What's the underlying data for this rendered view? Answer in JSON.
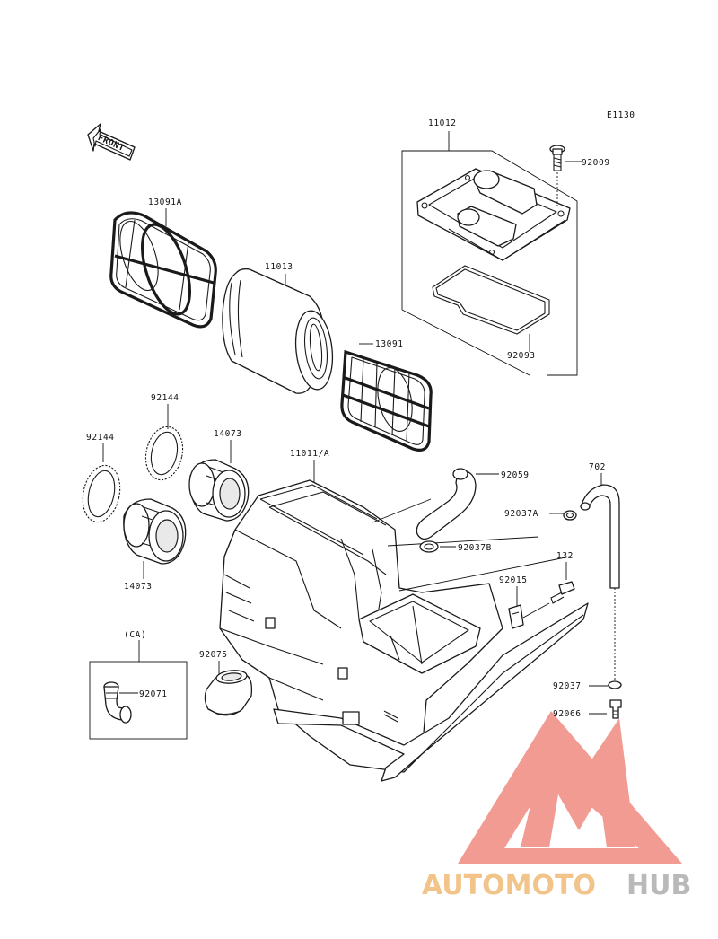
{
  "diagram_code": "E1130",
  "front_label": "FRONT",
  "group_label": "(CA)",
  "part_numbers": {
    "cover_assy": "11012",
    "screw": "92009",
    "gasket": "92093",
    "element_holder": "13091A",
    "element": "11013",
    "element_frame": "13091",
    "band_left": "92144",
    "band_mid": "92144",
    "boot_top": "14073",
    "boot_bottom": "14073",
    "housing": "11011/A",
    "hose": "92059",
    "clamp_a": "92037A",
    "clamp_b": "92037B",
    "pipe": "702",
    "bolt": "132",
    "nut": "92015",
    "clamp": "92037",
    "plug": "92066",
    "joint": "92071",
    "collar": "92075"
  },
  "watermark": {
    "text_a": "AUTOMOTO",
    "text_b": "HUB",
    "color_a": "#f2c48a",
    "color_b": "#b9b9b9",
    "logo_color": "#f08a80"
  }
}
